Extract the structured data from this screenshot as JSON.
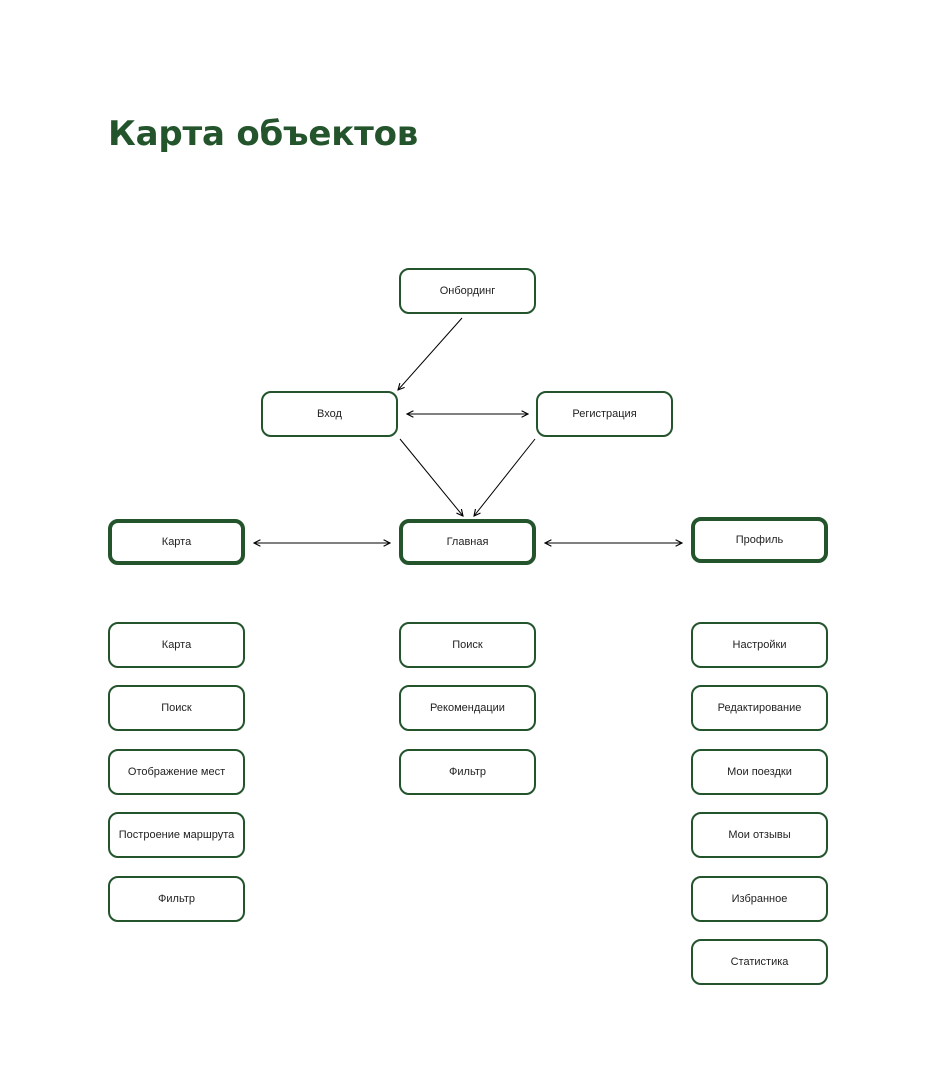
{
  "title": "Карта объектов",
  "colors": {
    "accent": "#23542c",
    "text": "#222222",
    "arrow": "#000000",
    "background": "#ffffff"
  },
  "nodes": {
    "onboarding": "Онбординг",
    "login": "Вход",
    "registration": "Регистрация",
    "map": "Карта",
    "home": "Главная",
    "profile": "Профиль"
  },
  "map_items": [
    "Карта",
    "Поиск",
    "Отображение мест",
    "Построение маршрута",
    "Фильтр"
  ],
  "home_items": [
    "Поиск",
    "Рекомендации",
    "Фильтр"
  ],
  "profile_items": [
    "Настройки",
    "Редактирование",
    "Мои поездки",
    "Мои отзывы",
    "Избранное",
    "Статистика"
  ],
  "edges": [
    {
      "from": "onboarding",
      "to": "login",
      "direction": "forward"
    },
    {
      "from": "login",
      "to": "registration",
      "direction": "both"
    },
    {
      "from": "login",
      "to": "home",
      "direction": "forward"
    },
    {
      "from": "registration",
      "to": "home",
      "direction": "forward"
    },
    {
      "from": "map",
      "to": "home",
      "direction": "both"
    },
    {
      "from": "home",
      "to": "profile",
      "direction": "both"
    }
  ]
}
